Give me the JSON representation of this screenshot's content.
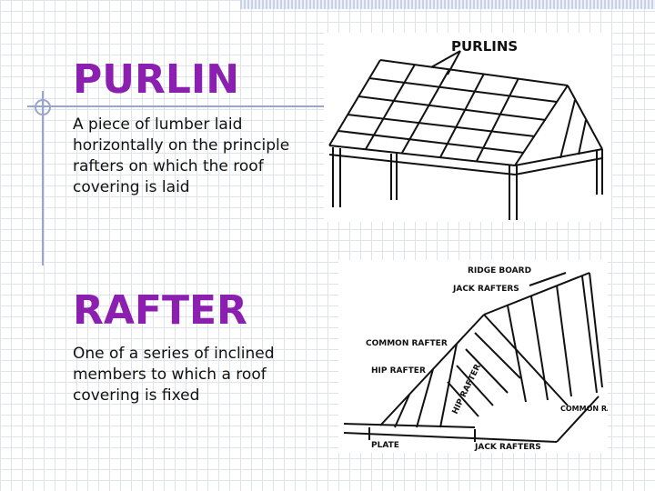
{
  "slide": {
    "sections": [
      {
        "heading": "PURLIN",
        "description": "A piece of lumber laid horizontally on the principle rafters on which the roof covering is laid"
      },
      {
        "heading": "RAFTER",
        "description": "One of a series of inclined members to which a roof covering is fixed"
      }
    ]
  },
  "purlin_figure": {
    "label": "PURLINS"
  },
  "rafter_figure": {
    "labels": {
      "ridge_board": "RIDGE BOARD",
      "jack_rafters_top": "JACK RAFTERS",
      "common_rafter": "COMMON RAFTER",
      "hip_rafter": "HIP RAFTER",
      "hip_rafter_diagonal": "HIP RAFTER",
      "common_rafters": "COMMON RAFTERS",
      "plate": "PLATE",
      "jack_rafters_bottom": "JACK RAFTERS"
    }
  },
  "colors": {
    "heading": "#8a1fb0",
    "grid": "#dfe3ec",
    "accent_line": "#9aa6c9"
  }
}
